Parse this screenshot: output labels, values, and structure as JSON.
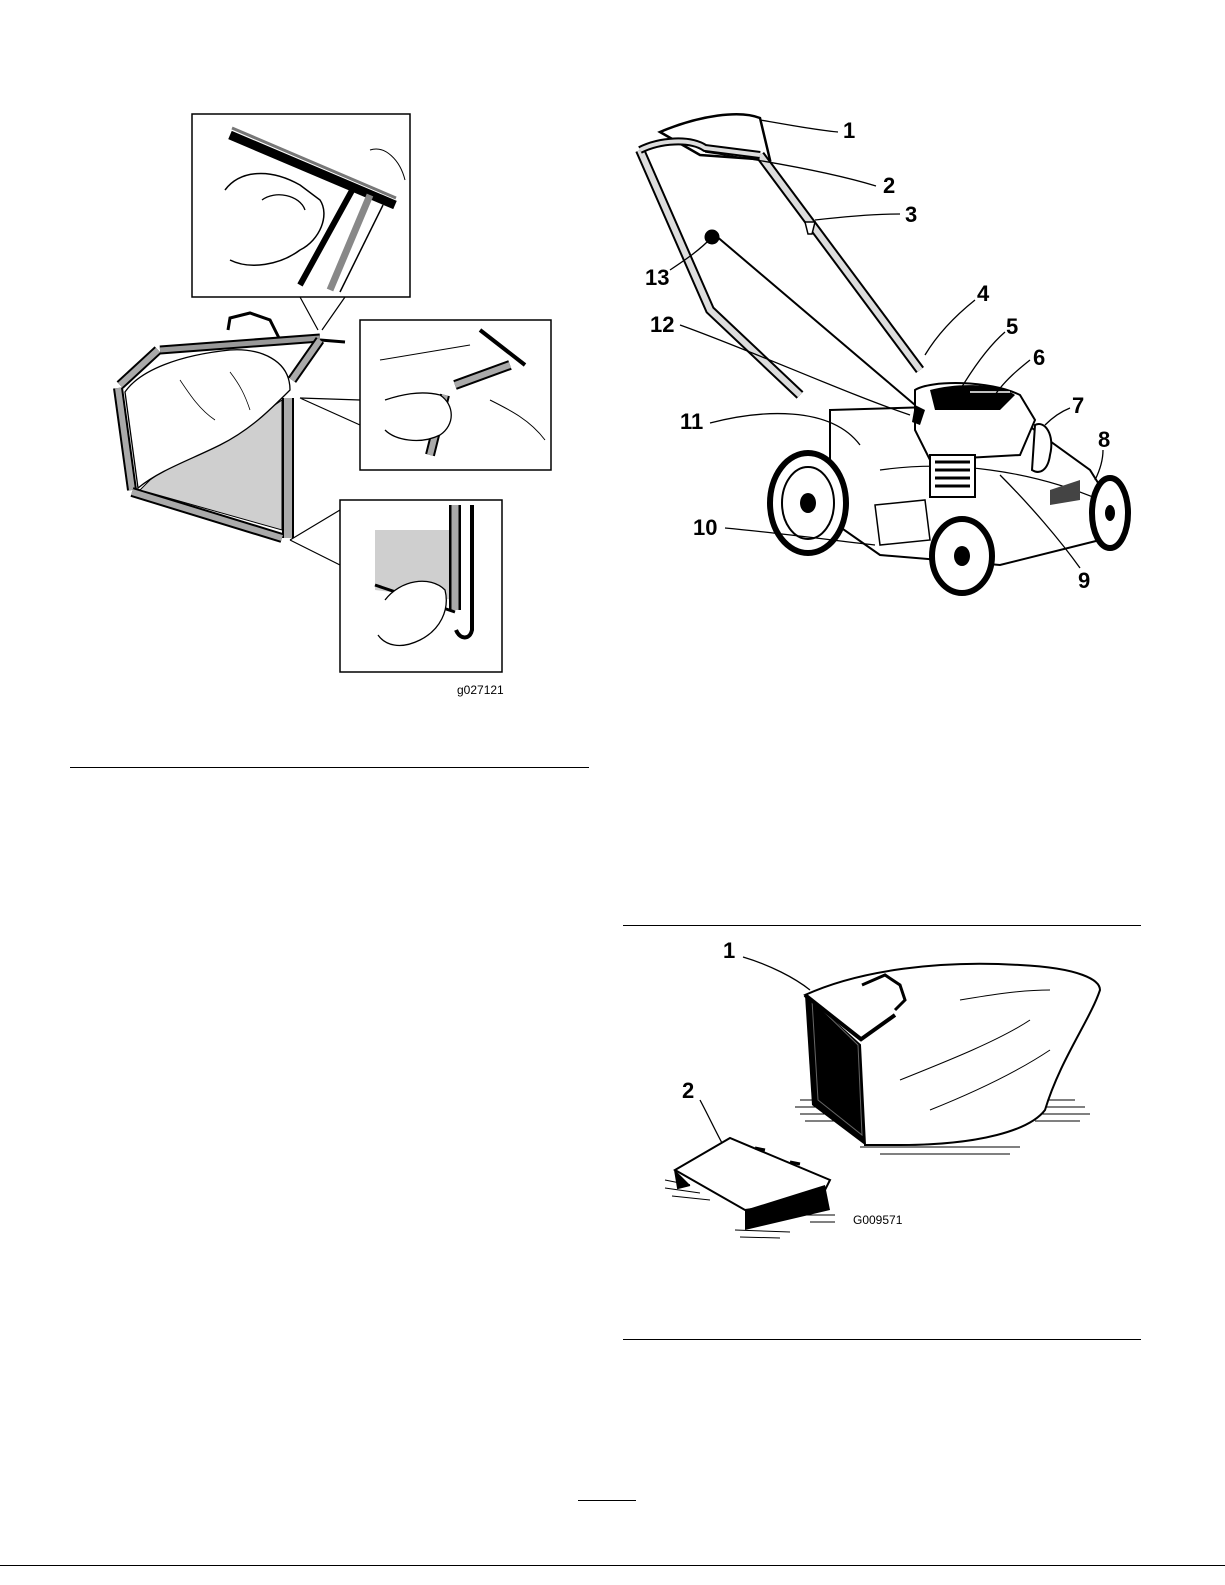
{
  "figure_left": {
    "code": "g027121"
  },
  "figure_mower": {
    "callouts": [
      "1",
      "2",
      "3",
      "4",
      "5",
      "6",
      "7",
      "8",
      "9",
      "10",
      "11",
      "12",
      "13"
    ]
  },
  "figure_bag": {
    "code": "G009571",
    "callouts": [
      "1",
      "2"
    ]
  }
}
